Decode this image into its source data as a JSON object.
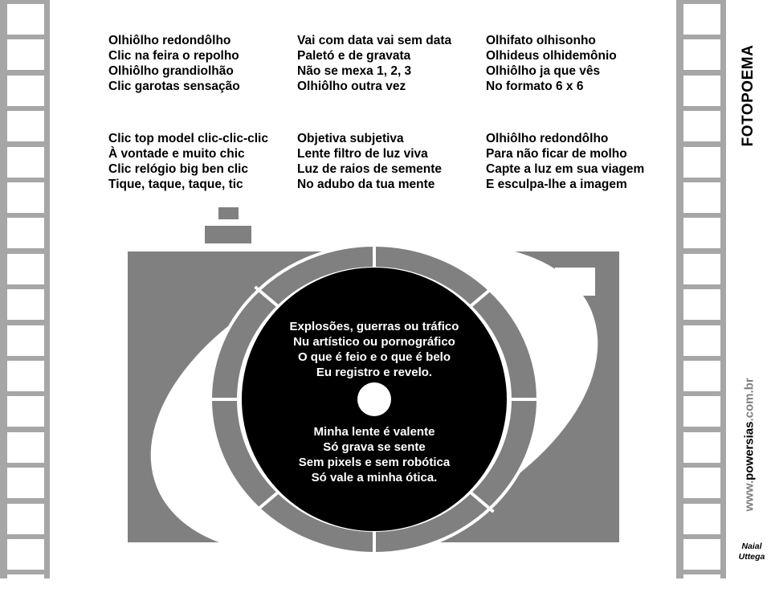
{
  "stanzas": [
    [
      "Olhiôlho redondôlho",
      "Clic na feira o repolho",
      "Olhiôlho grandiolhão",
      "Clic garotas sensação"
    ],
    [
      "Vai com data vai sem data",
      "Paletó e de gravata",
      "Não se mexa 1, 2, 3",
      "Olhiôlho outra vez"
    ],
    [
      "Olhifato olhisonho",
      "Olhideus olhidemônio",
      "Olhiôlho ja que vês",
      "No formato 6 x 6"
    ],
    [
      "Clic top model clic-clic-clic",
      "À vontade e muito chic",
      "Clic relógio big ben clic",
      "Tique, taque, taque, tic"
    ],
    [
      "Objetiva  subjetiva",
      "Lente filtro de luz viva",
      "Luz de raios de semente",
      "No adubo da tua mente"
    ],
    [
      "Olhiôlho redondôlho",
      "Para não ficar de molho",
      "Capte a luz em sua viagem",
      "E esculpa-lhe a imagem"
    ]
  ],
  "lens_text": {
    "top": [
      "Explosões, guerras ou tráfico",
      "Nu artístico ou pornográfico",
      "O que é feio e o que é belo",
      "Eu registro e revelo."
    ],
    "bottom": [
      "Minha lente é valente",
      "Só grava se sente",
      "Sem pixels e sem robótica",
      "Só vale a minha ótica."
    ]
  },
  "title": "FOTOPOEMA",
  "site": {
    "prefix": "www.",
    "name": "powersias",
    "suffix": ".com.br"
  },
  "author": [
    "Naial",
    "Uttega"
  ],
  "colors": {
    "film": "#a6a6a6",
    "camera": "#808080",
    "lens": "#000000",
    "paper": "#ffffff"
  }
}
